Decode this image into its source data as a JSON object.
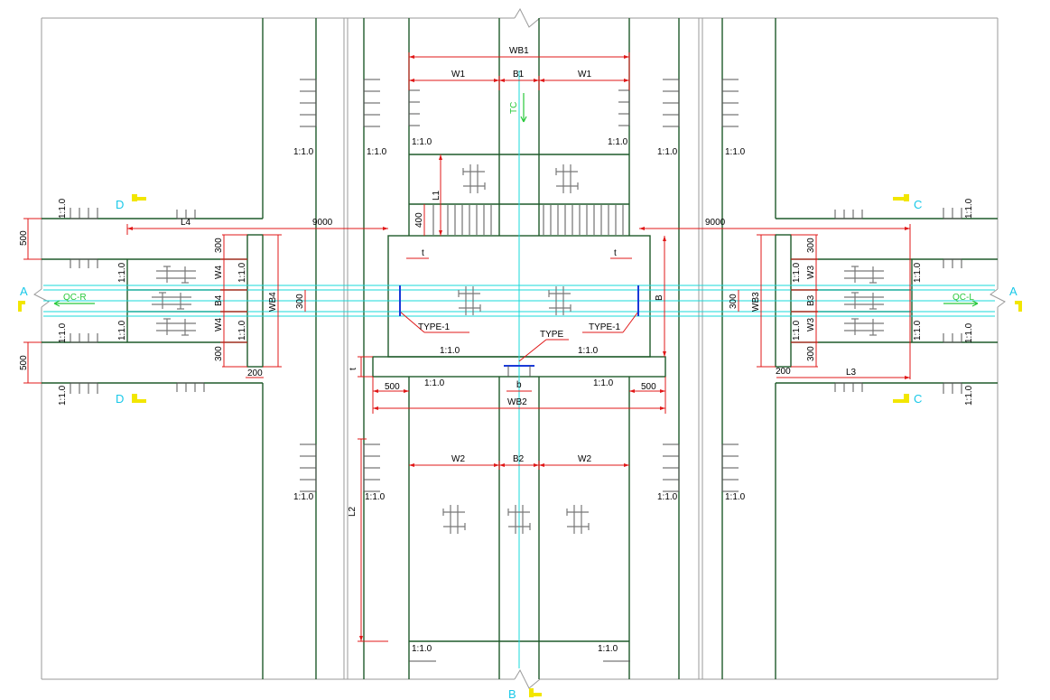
{
  "colors": {
    "wall": "#1f5a2a",
    "dimension": "#e01818",
    "axis": "#18d8d8",
    "marker": "#f2e600",
    "sectionText": "#18c8e8",
    "greenText": "#28c83a",
    "gray": "#9a9a9a",
    "bluePlate": "#1a3ad8"
  },
  "sections": {
    "a": "A",
    "b": "B",
    "c": "C",
    "d": "D"
  },
  "axes": {
    "tc": "TC",
    "qc_r": "QC-R",
    "qc_l": "QC-L"
  },
  "dims": {
    "wb1": "WB1",
    "w1": "W1",
    "b1": "B1",
    "wb2": "WB2",
    "w2": "W2",
    "b2": "B2",
    "wb3": "WB3",
    "w3": "W3",
    "b3": "B3",
    "wb4": "WB4",
    "w4": "W4",
    "b4": "B4",
    "l1": "L1",
    "l2": "L2",
    "l3": "L3",
    "l4": "L4",
    "d9000": "9000",
    "d500": "500",
    "d400": "400",
    "d300": "300",
    "d200": "200",
    "t": "t",
    "b": "b",
    "bigB": "B"
  },
  "labels": {
    "slope": "1:1.0",
    "type": "TYPE",
    "type1": "TYPE-1"
  }
}
